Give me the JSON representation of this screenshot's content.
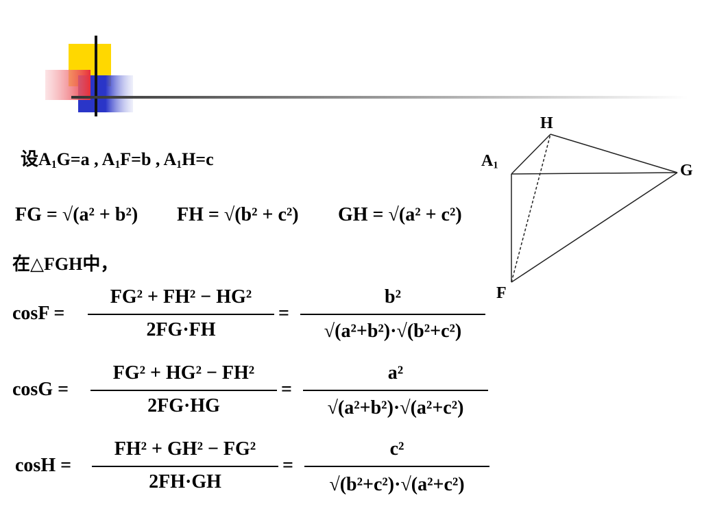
{
  "slide": {
    "line1": "设A₁G=a , A₁F=b , A₁H=c",
    "line1_parts": {
      "pre": "设A",
      "s1": "1",
      "a": "G=a , A",
      "s2": "1",
      "b": "F=b , A",
      "s3": "1",
      "c": "H=c"
    },
    "fg_eq": "FG = √(a² + b²)",
    "fh_eq": "FH = √(b² + c²)",
    "gh_eq": "GH = √(a² + c²)",
    "triangle_line": "在△FGH中，",
    "cosF": {
      "lhs": "cosF =",
      "num": "FG² + FH² − HG²",
      "den": "2FG·FH",
      "rnum": "b²",
      "rden": "√(a²+b²)·√(b²+c²)"
    },
    "cosG": {
      "lhs": "cosG =",
      "num": "FG² + HG² − FH²",
      "den": "2FG·HG",
      "rnum": "a²",
      "rden": "√(a²+b²)·√(a²+c²)"
    },
    "cosH": {
      "lhs": "cosH =",
      "num": "FH² + GH² − FG²",
      "den": "2FH·GH",
      "rnum": "c²",
      "rden": "√(b²+c²)·√(a²+c²)"
    }
  },
  "figure": {
    "labels": {
      "H": "H",
      "A1": "A",
      "A1_sub": "1",
      "G": "G",
      "F": "F"
    }
  },
  "colors": {
    "yellow": "#FFD700",
    "red": "#E8404A",
    "blue": "#2A35C8",
    "line": "#222222"
  }
}
